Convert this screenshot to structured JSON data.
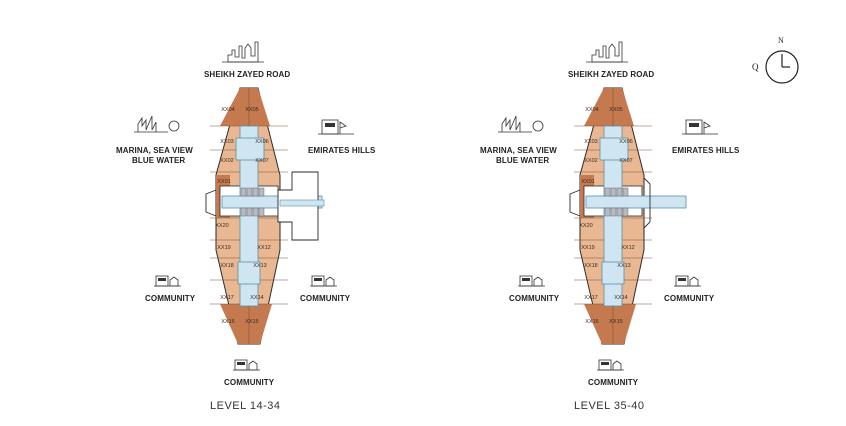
{
  "plans": [
    {
      "level": "LEVEL 14-34",
      "labels": {
        "north": "SHEIKH ZAYED ROAD",
        "west_line1": "MARINA, SEA VIEW",
        "west_line2": "BLUE WATER",
        "east": "EMIRATES HILLS",
        "sw": "COMMUNITY",
        "se": "COMMUNITY",
        "south": "COMMUNITY"
      },
      "units": [
        "XX04",
        "XX05",
        "XX03",
        "XX06",
        "XX02",
        "XX07",
        "XX01",
        "XX20",
        "XX19",
        "XX12",
        "XX18",
        "XX13",
        "XX17",
        "XX14",
        "XX16",
        "XX15"
      ]
    },
    {
      "level": "LEVEL 35-40",
      "labels": {
        "north": "SHEIKH ZAYED ROAD",
        "west_line1": "MARINA, SEA VIEW",
        "west_line2": "BLUE WATER",
        "east": "EMIRATES HILLS",
        "sw": "COMMUNITY",
        "se": "COMMUNITY",
        "south": "COMMUNITY"
      },
      "units": [
        "XX04",
        "XX05",
        "XX03",
        "XX06",
        "XX02",
        "XX07",
        "XX01",
        "XX20",
        "XX19",
        "XX12",
        "XX18",
        "XX13",
        "XX17",
        "XX14",
        "XX16",
        "XX15"
      ]
    }
  ],
  "compass": {
    "north": "N",
    "west": "Q"
  },
  "colors": {
    "dark_unit": "#c47a4e",
    "light_unit": "#e9b892",
    "core": "#cfe6f2",
    "outline": "#2b2b2b"
  }
}
